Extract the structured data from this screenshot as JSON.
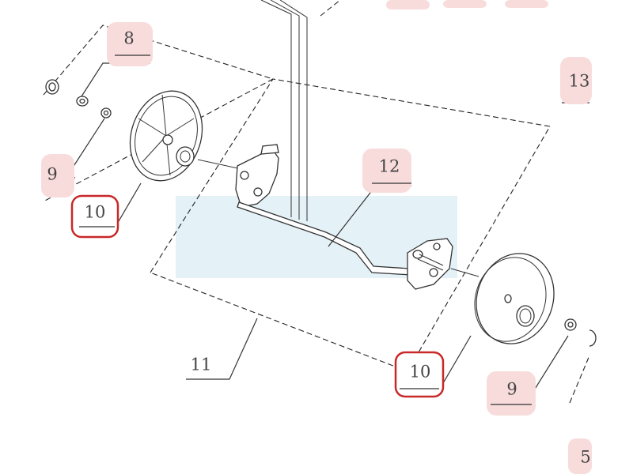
{
  "callouts": {
    "c8": "8",
    "c9_left": "9",
    "c10_left": "10",
    "c11": "11",
    "c12": "12",
    "c13": "13",
    "c10_right": "10",
    "c9_right": "9",
    "c5": "5"
  },
  "colors": {
    "callout_bg": "#f8dcdc",
    "highlight_box": "#c82828",
    "selection_overlay": "#dff0f7",
    "line": "#333333"
  }
}
